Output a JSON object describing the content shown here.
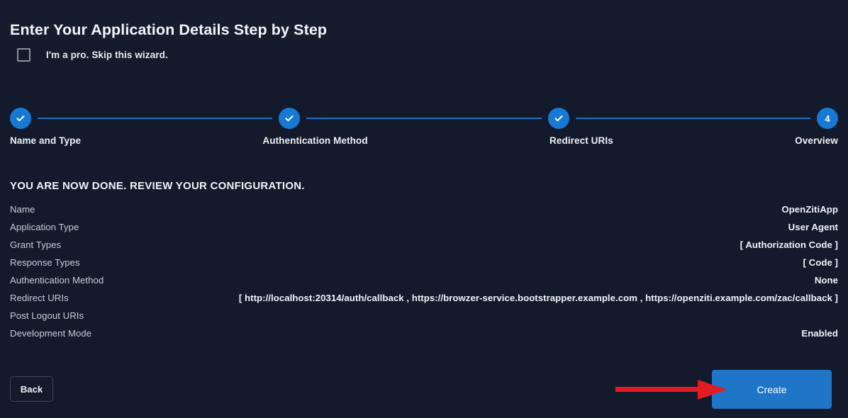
{
  "header": {
    "title": "Enter Your Application Details Step by Step"
  },
  "skip": {
    "label": "I'm a pro. Skip this wizard.",
    "checked": false
  },
  "stepper": {
    "steps": [
      {
        "label": "Name and Type",
        "state": "done",
        "number": "1",
        "mark": "check"
      },
      {
        "label": "Authentication Method",
        "state": "done",
        "number": "2",
        "mark": "check"
      },
      {
        "label": "Redirect URIs",
        "state": "done",
        "number": "3",
        "mark": "check"
      },
      {
        "label": "Overview",
        "state": "current",
        "number": "4",
        "mark": "number"
      }
    ]
  },
  "review": {
    "heading": "YOU ARE NOW DONE. REVIEW YOUR CONFIGURATION.",
    "rows": [
      {
        "label": "Name",
        "value": "OpenZitiApp"
      },
      {
        "label": "Application Type",
        "value": "User Agent"
      },
      {
        "label": "Grant Types",
        "value": "[ Authorization Code ]"
      },
      {
        "label": "Response Types",
        "value": "[ Code ]"
      },
      {
        "label": "Authentication Method",
        "value": "None"
      },
      {
        "label": "Redirect URIs",
        "value": "[ http://localhost:20314/auth/callback , https://browzer-service.bootstrapper.example.com , https://openziti.example.com/zac/callback ]"
      },
      {
        "label": "Post Logout URIs",
        "value": ""
      },
      {
        "label": "Development Mode",
        "value": "Enabled"
      }
    ]
  },
  "footer": {
    "back_label": "Back",
    "create_label": "Create"
  },
  "colors": {
    "background": "#121a2b",
    "header_band": "#141c2e",
    "accent_blue": "#1779d3",
    "create_blue": "#1f76c8",
    "step_line": "#1f6fbf",
    "annotation_red": "#e31b23",
    "label_gray": "#c9cdd7"
  }
}
